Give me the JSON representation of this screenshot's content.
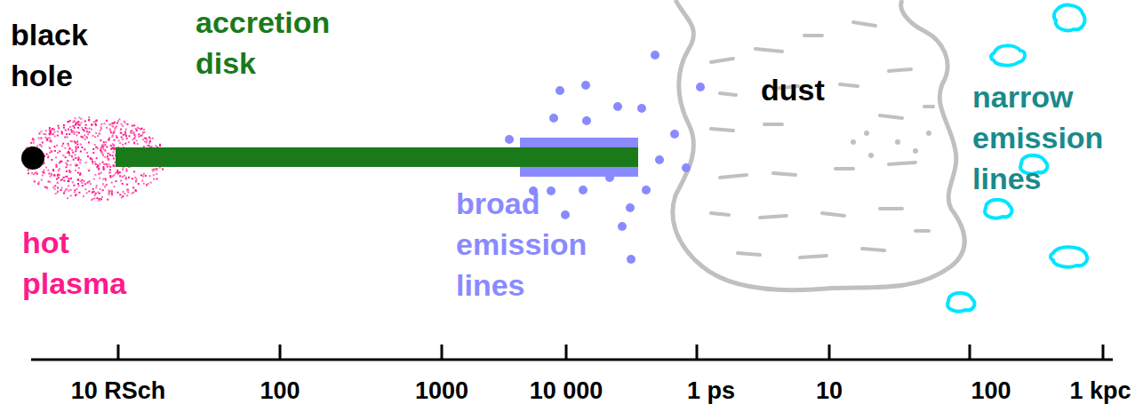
{
  "diagram": {
    "labels": [
      "black hole",
      "accretion disk",
      "hot plasma",
      "broad emission lines",
      "dust",
      "narrow emission lines",
      "10 RSch",
      "100",
      "1000",
      "10 000",
      "1 ps",
      "10",
      "100",
      "1 kpc"
    ]
  }
}
